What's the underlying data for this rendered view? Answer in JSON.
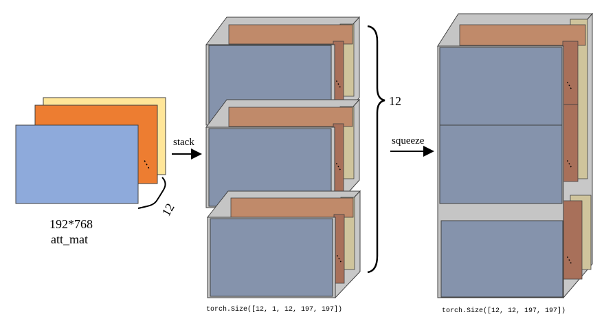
{
  "colors": {
    "blue_sheet": "#8eaadb",
    "orange_sheet": "#ed7d31",
    "yellow_sheet": "#ffe699",
    "slate_front": "#8593ac",
    "copper_back": "#c08a6a",
    "copper_side": "#a8705a",
    "tan_back": "#cfc49c",
    "glass": "#c5c5c5",
    "outline": "#404040",
    "arrow": "#000000"
  },
  "left": {
    "size_label": "192*768",
    "name_label": "att_mat",
    "count_label": "12",
    "ellipsis": "⋮"
  },
  "stack": {
    "arrow_label": "stack",
    "count_label": "12",
    "ellipsis": "⋮",
    "shape_label": "torch.Size([12, 1, 12, 197, 197])"
  },
  "squeeze": {
    "arrow_label": "squeeze",
    "ellipsis": "⋮",
    "shape_label": "torch.Size([12, 12, 197, 197])"
  }
}
